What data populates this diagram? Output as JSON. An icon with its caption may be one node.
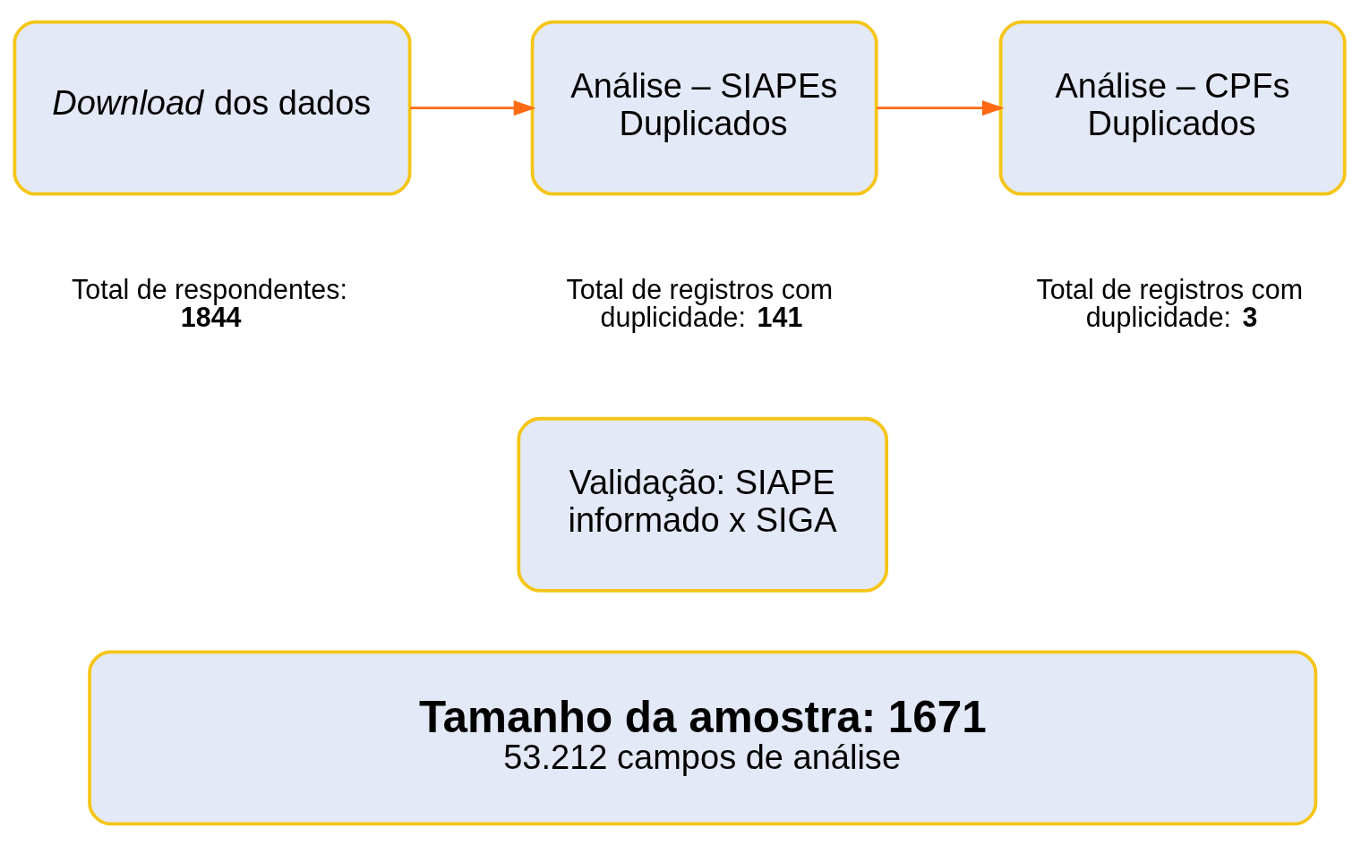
{
  "diagram": {
    "nodes": [
      {
        "text": [
          "*Download* dos dados"
        ],
        "beside": [
          "Total de respondentes: **1844**"
        ]
      },
      {
        "text": [
          "Análise – SIAPEs Duplicados"
        ],
        "beside": [
          "Total de registros com duplicidade: **141**"
        ]
      },
      {
        "text": [
          "Análise – CPFs Duplicados"
        ],
        "beside": [
          "Total de registros com duplicidade: **3**"
        ]
      },
      {
        "text": [
          "Validação: SIAPE informado x SIGA"
        ]
      },
      {
        "text": [
          "Tamanho da amostra: 1671",
          "53.212 campos de análise"
        ]
      }
    ],
    "edges": [
      {
        "from": 0,
        "to": 1,
        "arrow": "to",
        "color": "#ff6a13"
      },
      {
        "from": 1,
        "to": 2,
        "arrow": "to",
        "color": "#ff6a13"
      }
    ]
  }
}
